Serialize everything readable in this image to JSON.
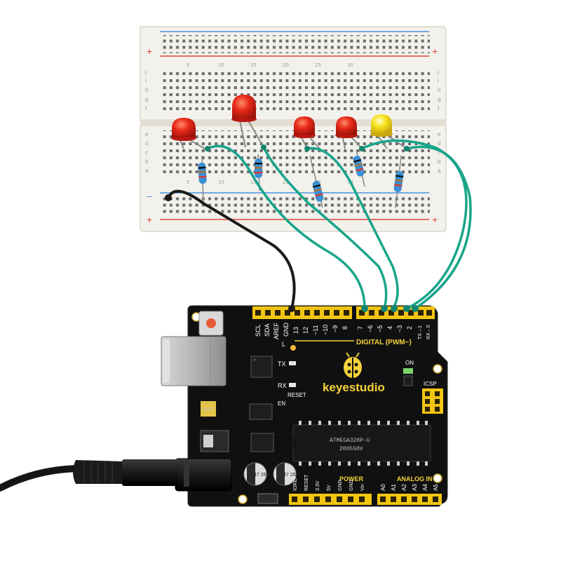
{
  "photo": {
    "subject": "",
    "colors": {
      "breadboard": "#f3f1ec",
      "board": "#101010",
      "silkscreen": "#f6d23a",
      "header": "#f2c511",
      "wire_green": "#18a58a",
      "wire_black": "#1a1a1a",
      "led_red": "#e82a1a",
      "led_yellow": "#f7e21b"
    }
  },
  "breadboard": {
    "rail_plus": "+",
    "rail_minus": "−",
    "upper_rows": [
      "j",
      "i",
      "h",
      "g",
      "f"
    ],
    "lower_rows": [
      "e",
      "d",
      "c",
      "b",
      "a"
    ],
    "column_numbers": [
      "5",
      "10",
      "15",
      "20",
      "25",
      "30"
    ]
  },
  "board": {
    "brand": "keyestudio",
    "digital_label": "DIGITAL (PWM~)",
    "power_label": "POWER",
    "analog_label": "ANALOG IN",
    "on_label": "ON",
    "icsp_label": "ICSP",
    "tx_label": "TX",
    "rx_label": "RX",
    "reset_label": "RESET",
    "en_label": "EN",
    "l_label": "L",
    "top_pins": [
      "SCL",
      "SDA",
      "AREF",
      "GND",
      "13",
      "12",
      "~11",
      "~10",
      "~9",
      "8",
      "7",
      "~6",
      "~5",
      "4",
      "~3",
      "2",
      "TX→1",
      "RX←0"
    ],
    "power_pins": [
      "IOREF",
      "RESET",
      "3.3V",
      "5V",
      "GND",
      "GND",
      "Vin"
    ],
    "analog_pins": [
      "A0",
      "A1",
      "A2",
      "A3",
      "A4",
      "A5"
    ],
    "chip_lines": [
      "ATMEGA328P-U",
      "2005S0V"
    ],
    "cap_label_1": "47 25V",
    "cap_label_2": "47 25V",
    "reg_label": "1805"
  }
}
